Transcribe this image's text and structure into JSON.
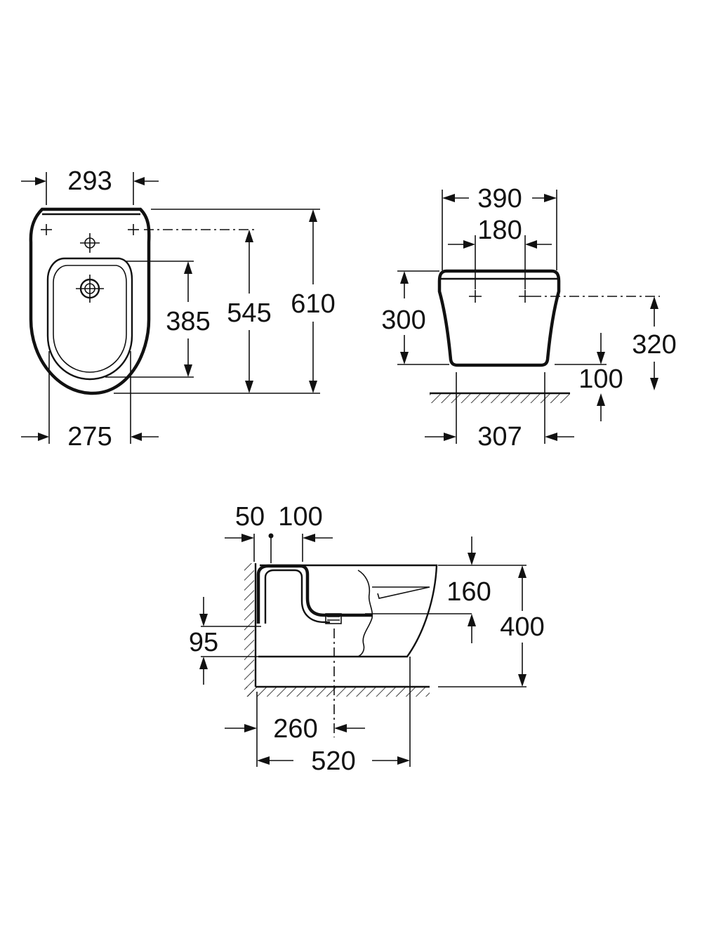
{
  "top_view": {
    "width_top": "293",
    "width_bottom": "275",
    "height_bowl": "385",
    "height_holes": "545",
    "height_total": "610"
  },
  "front_view": {
    "width_total": "390",
    "width_holes": "180",
    "height_body": "300",
    "height_holes": "320",
    "height_floor": "100",
    "width_base": "307"
  },
  "side_view": {
    "wall_gap": "50",
    "pipe_offset": "100",
    "height_front": "160",
    "height_total": "400",
    "height_outlet": "95",
    "depth_outlet": "260",
    "depth_total": "520"
  }
}
